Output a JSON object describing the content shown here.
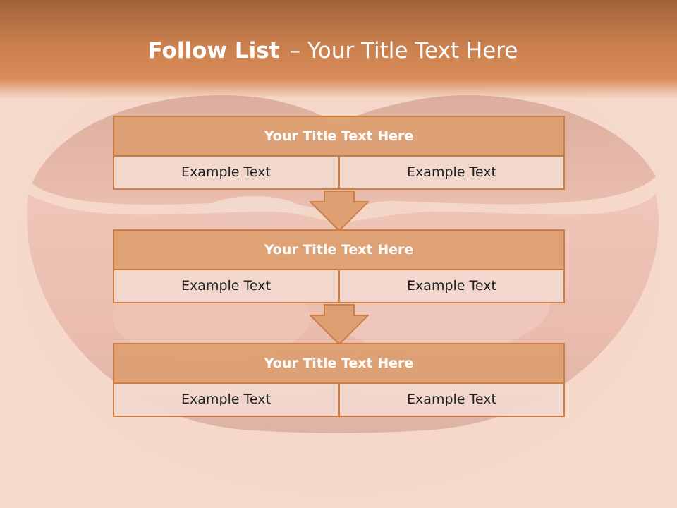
{
  "title": {
    "bold_part": "Follow List",
    "separator": "–",
    "rest": "Your Title Text Here"
  },
  "blocks": [
    {
      "title": "Your Title Text Here",
      "left": "Example Text",
      "right": "Example Text"
    },
    {
      "title": "Your Title Text Here",
      "left": "Example Text",
      "right": "Example Text"
    },
    {
      "title": "Your Title Text Here",
      "left": "Example Text",
      "right": "Example Text"
    }
  ],
  "colors": {
    "header": "#c97e4d",
    "box_title_fill": "#dea073",
    "box_border": "#cc7e44",
    "cell_fill": "#f2d8cf",
    "arrow_fill": "#dea073"
  }
}
